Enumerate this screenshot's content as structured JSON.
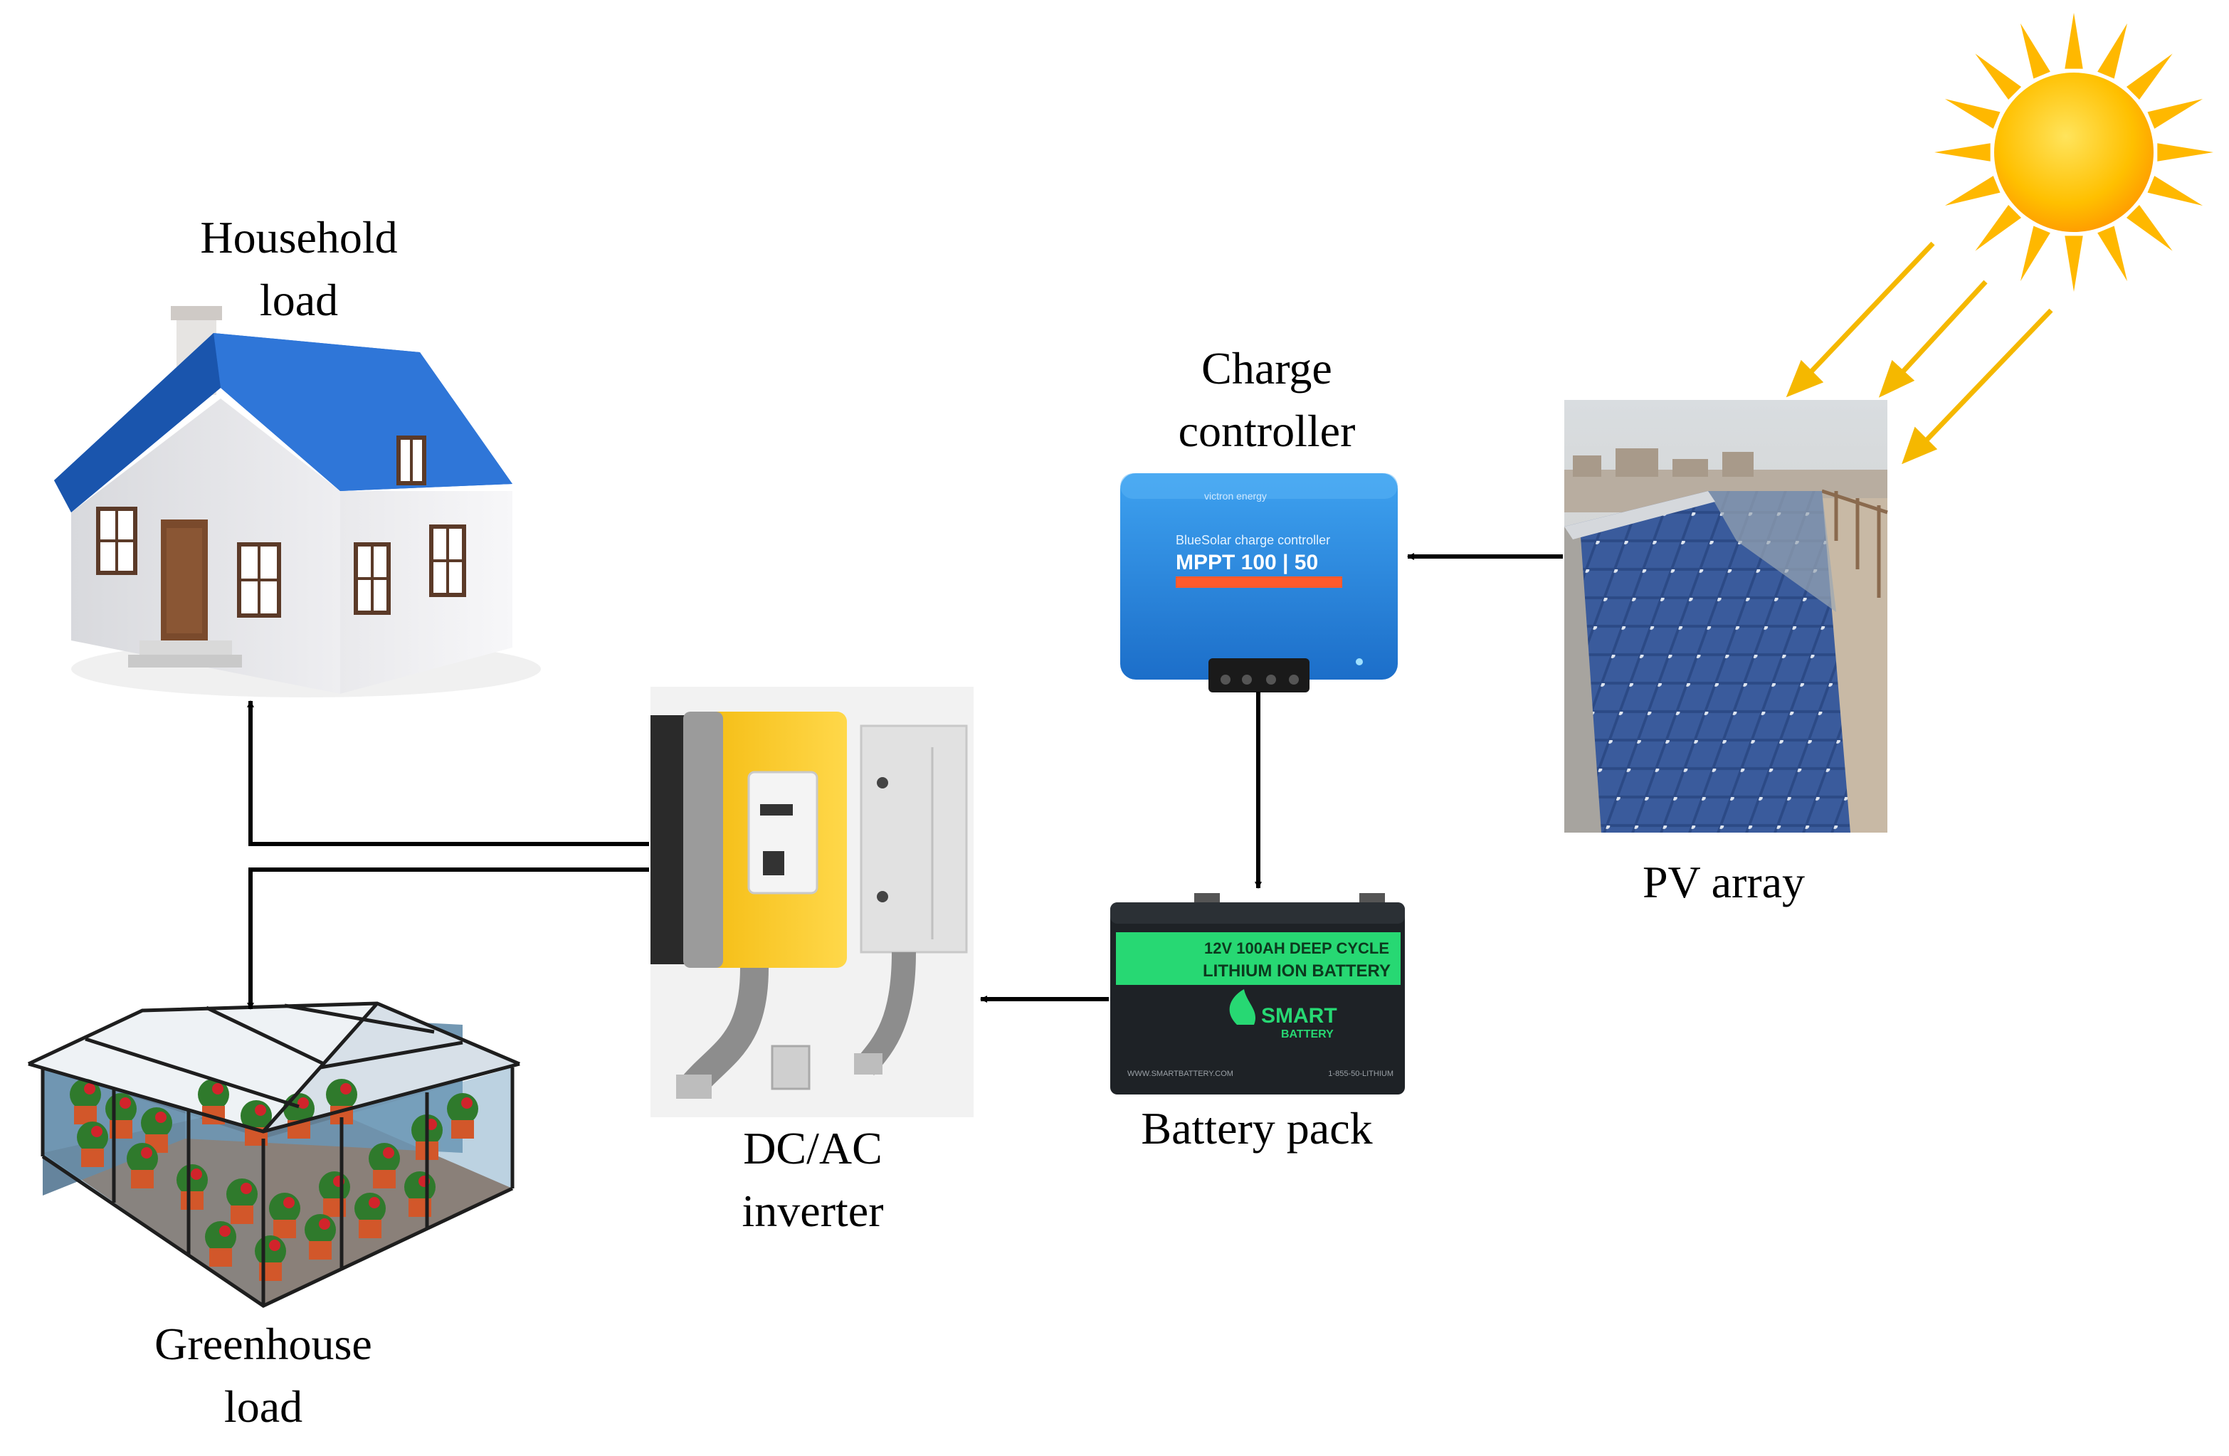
{
  "labels": {
    "household": [
      "Household",
      "load"
    ],
    "greenhouse": [
      "Greenhouse",
      "load"
    ],
    "inverter": [
      "DC/AC",
      "inverter"
    ],
    "battery": "Battery pack",
    "controller": [
      "Charge",
      "controller"
    ],
    "pv": "PV array"
  },
  "device_text": {
    "controller_brand": "victron energy",
    "controller_series": "BlueSolar charge controller",
    "controller_model": "MPPT 100 | 50",
    "battery_line1": "12V 100AH DEEP CYCLE",
    "battery_line2": "LITHIUM ION BATTERY",
    "battery_brand": "SMART",
    "battery_brand_sub": "BATTERY",
    "battery_footer_left": "WWW.SMARTBATTERY.COM",
    "battery_footer_right": "1-855-50-LITHIUM"
  },
  "colors": {
    "roof": "#1f63c6",
    "sun": "#ffc400",
    "sun_ray": "#f5b800",
    "controller": "#2f8fe0",
    "controller_stripe": "#ff5a2c",
    "inverter": "#f8c71f",
    "battery_band": "#27d873",
    "battery_body": "#1e2226",
    "pv_cell": "#2a3f78",
    "arrow": "#000000"
  }
}
